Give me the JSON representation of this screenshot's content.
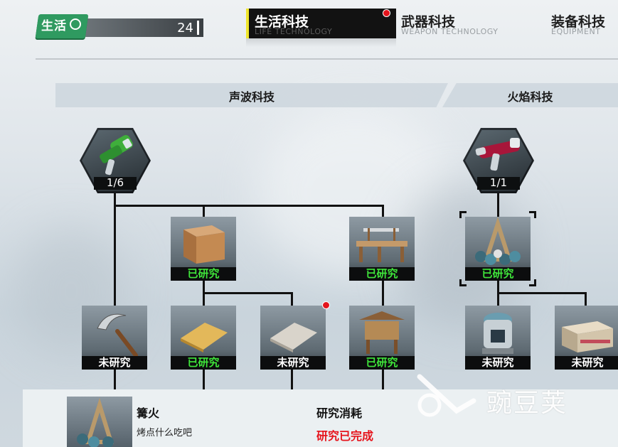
{
  "badge": {
    "tag": "生活",
    "count": "24"
  },
  "tabs": [
    {
      "label": "生活科技",
      "sub": "LIFE TECHNOLOGY",
      "active": true
    },
    {
      "label": "武器科技",
      "sub": "WEAPON TECHNOLOGY",
      "active": false
    },
    {
      "label": "装备科技",
      "sub": "EQUIPMENT",
      "active": false
    }
  ],
  "categories": [
    {
      "label": "声波科技"
    },
    {
      "label": "火焰科技"
    }
  ],
  "roots": [
    {
      "name": "sonic-gun",
      "progress": "1/6"
    },
    {
      "name": "flame-gun",
      "progress": "1/1"
    }
  ],
  "nodes": {
    "crate": {
      "status": "已研究"
    },
    "workbench": {
      "status": "已研究"
    },
    "campfire": {
      "status": "已研究"
    },
    "sickle": {
      "status": "未研究"
    },
    "wood-floor": {
      "status": "已研究"
    },
    "stone-floor": {
      "status": "未研究"
    },
    "notice-board": {
      "status": "已研究"
    },
    "furnace": {
      "status": "未研究"
    },
    "storage-box": {
      "status": "未研究"
    }
  },
  "panel": {
    "name": "篝火",
    "desc": "烤点什么吃吧",
    "cost_label": "研究消耗",
    "status": "研究已完成"
  },
  "watermark": {
    "text": "豌豆荚"
  },
  "colors": {
    "researched": "#3fe53a",
    "unresearched": "#ffffff",
    "alert": "#e3141c",
    "tab_accent": "#f0e62d",
    "badge": "#2f9a60"
  }
}
